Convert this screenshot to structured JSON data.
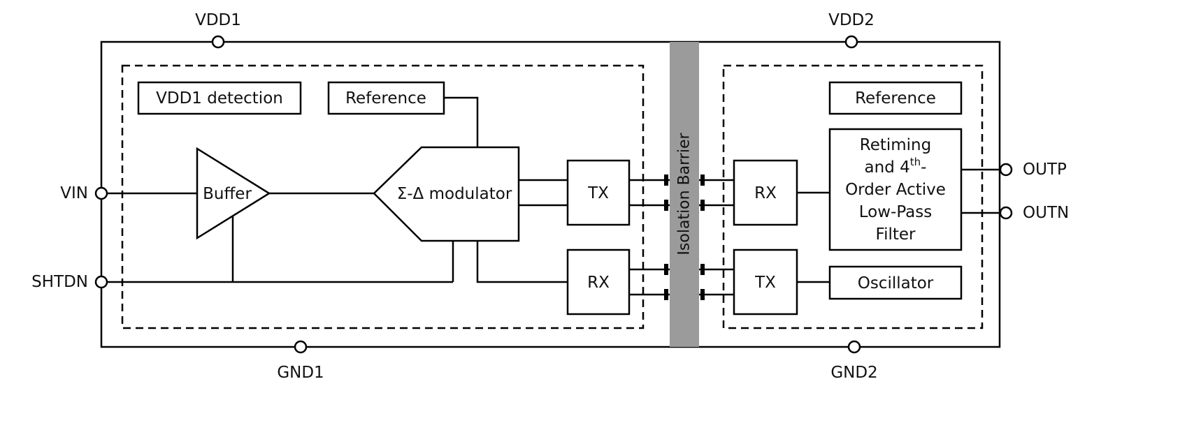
{
  "pins": {
    "vdd1": "VDD1",
    "vdd2": "VDD2",
    "gnd1": "GND1",
    "gnd2": "GND2",
    "vin": "VIN",
    "shtdn": "SHTDN",
    "outp": "OUTP",
    "outn": "OUTN"
  },
  "left_domain": {
    "vdd1_detection": "VDD1 detection",
    "reference": "Reference",
    "buffer": "Buffer",
    "modulator": "Σ-Δ modulator",
    "tx": "TX",
    "rx": "RX"
  },
  "barrier": {
    "label": "Isolation Barrier"
  },
  "right_domain": {
    "reference": "Reference",
    "rx": "RX",
    "tx": "TX",
    "filter": {
      "line1": "Retiming",
      "line2_pre": "and 4",
      "line2_sup": "th",
      "line2_post": "-",
      "line3": "Order Active",
      "line4": "Low-Pass",
      "line5": "Filter"
    },
    "oscillator": "Oscillator"
  },
  "colors": {
    "stroke": "#000000",
    "background": "#ffffff",
    "barrier_fill": "#9b9b9b"
  }
}
